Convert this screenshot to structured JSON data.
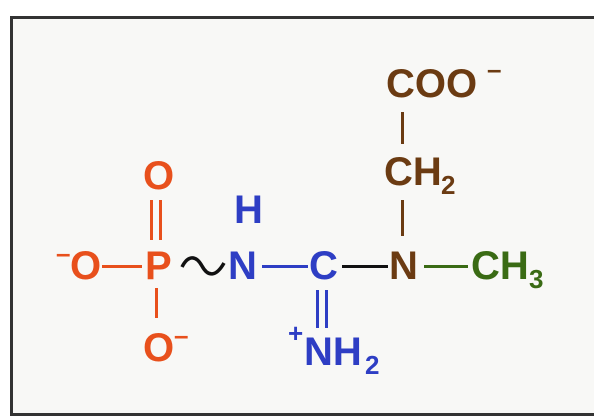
{
  "colors": {
    "phosphate": "#e8501c",
    "guanidino": "#2e3ec4",
    "carboxyl": "#6b3b12",
    "methyl": "#3a6b14",
    "nitrogen_center": "#6b3b12",
    "frame": "#333333"
  },
  "atoms": {
    "coo": "COO",
    "coo_charge": "–",
    "ch2": "CH",
    "ch2_sub": "2",
    "oxo": "O",
    "h_label": "H",
    "o_minus_left": "O",
    "o_minus_left_charge": "–",
    "phosphorus": "P",
    "n_left": "N",
    "carbon": "C",
    "n_right": "N",
    "ch3": "CH",
    "ch3_sub": "3",
    "o_minus_bottom": "O",
    "o_minus_bottom_charge": "–",
    "nh2_charge": "+",
    "nh2": "NH",
    "nh2_sub": "2"
  }
}
